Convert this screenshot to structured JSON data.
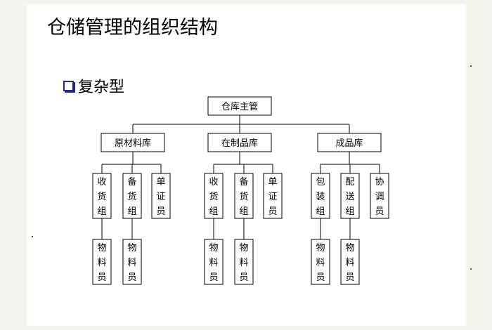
{
  "slide": {
    "title": "仓储管理的组织结构",
    "bullet": "复杂型"
  },
  "org": {
    "root": "仓库主管",
    "level2": [
      "原材料库",
      "在制品库",
      "成品库"
    ],
    "level3": [
      [
        "收货组",
        "备货组",
        "单证员"
      ],
      [
        "收货组",
        "备货组",
        "单证员"
      ],
      [
        "包装组",
        "配送组",
        "协调员"
      ]
    ],
    "level4_label": "物料员"
  },
  "colors": {
    "page_bg": "#f4f4ee",
    "slide_bg": "#ffffff",
    "bullet": "#1f2a8a",
    "line": "#000000"
  }
}
